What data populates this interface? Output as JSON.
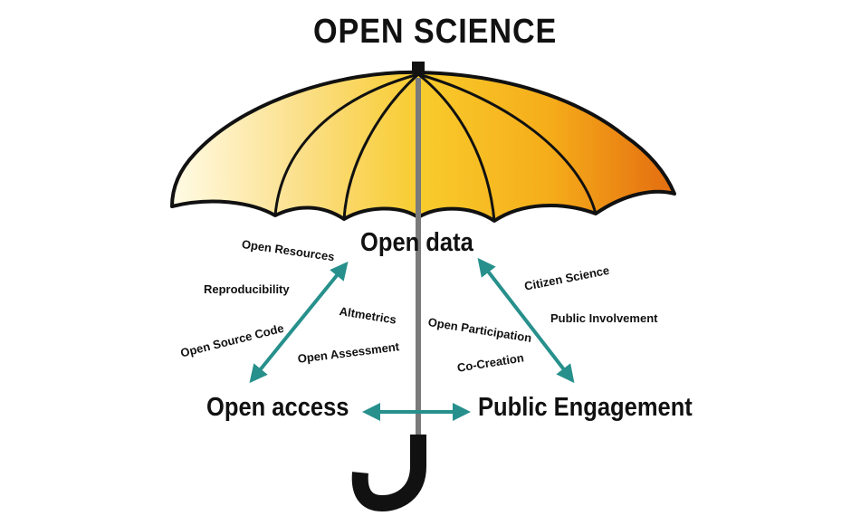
{
  "title": "OPEN SCIENCE",
  "main_labels": {
    "open_data": "Open data",
    "open_access": "Open access",
    "public_engagement": "Public Engagement"
  },
  "minor_labels": {
    "open_resources": "Open Resources",
    "reproducibility": "Reproducibility",
    "open_source_code": "Open Source Code",
    "altmetrics": "Altmetrics",
    "open_assessment": "Open Assessment",
    "open_participation": "Open Participation",
    "co_creation": "Co-Creation",
    "citizen_science": "Citizen Science",
    "public_involvement": "Public Involvement"
  },
  "colors": {
    "canopy_light": "#fff8d8",
    "canopy_mid": "#f7c21a",
    "canopy_dark": "#e8760f",
    "arrow": "#27908c",
    "shaft": "#7a7a7a",
    "handle": "#111111",
    "outline": "#111111"
  }
}
